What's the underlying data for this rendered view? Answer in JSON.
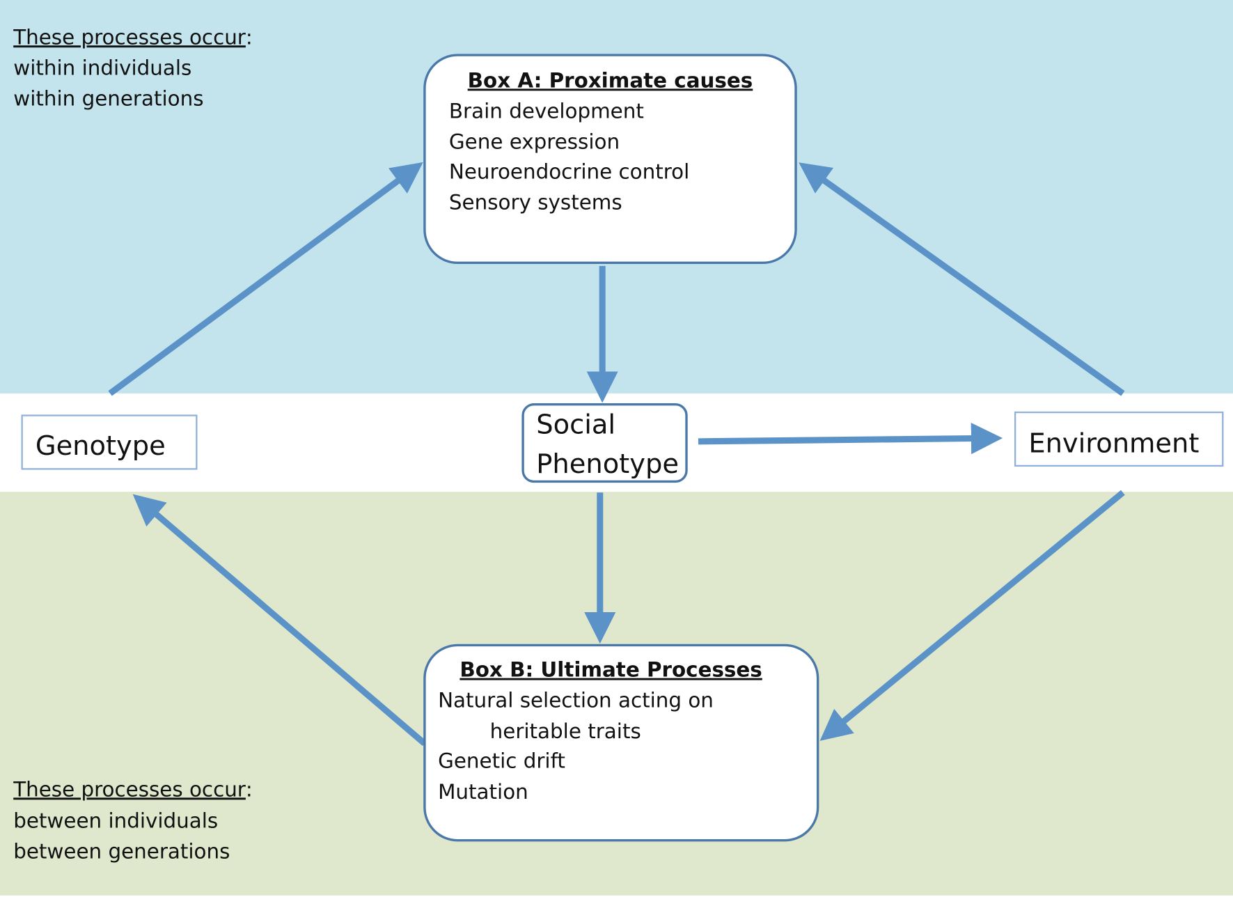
{
  "top_note": {
    "heading": "These processes occur",
    "colon": ":",
    "lines": [
      "within individuals",
      "within generations"
    ]
  },
  "bottom_note": {
    "heading": "These processes occur",
    "colon": ":",
    "lines": [
      "between individuals",
      "between generations"
    ]
  },
  "box_a": {
    "title": "Box A: Proximate causes",
    "items": [
      "Brain development",
      "Gene expression",
      "Neuroendocrine control",
      "Sensory systems"
    ]
  },
  "box_b": {
    "title": "Box B: Ultimate Processes",
    "items": [
      "Natural selection acting on",
      "heritable traits",
      "Genetic drift",
      "Mutation"
    ]
  },
  "genotype": {
    "label": "Genotype"
  },
  "social_phenotype": {
    "line1": "Social",
    "line2": "Phenotype"
  },
  "environment": {
    "label": "Environment"
  },
  "colors": {
    "top_band": "#c3e4ec",
    "bottom_band": "#dfe8cc",
    "arrow": "#5b93c9",
    "box_border": "#4a78a8"
  }
}
